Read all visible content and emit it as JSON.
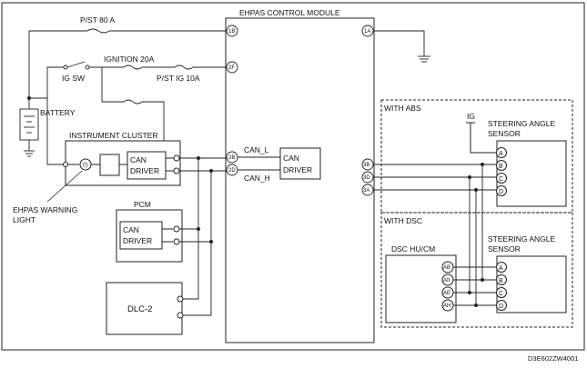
{
  "labels": {
    "module_title": "EHPAS CONTROL MODULE",
    "fuse_pst80": "P/ST 80 A",
    "fuse_ign20": "IGNITION 20A",
    "fuse_pstig10": "P/ST IG 10A",
    "ig_sw": "IG SW",
    "battery": "BATTERY",
    "instrument_cluster": "INSTRUMENT CLUSTER",
    "can": "CAN",
    "driver": "DRIVER",
    "can_l": "CAN_L",
    "can_h": "CAN_H",
    "warning_light_line1": "EHPAS WARNING",
    "warning_light_line2": "LIGHT",
    "pcm": "PCM",
    "dlc2": "DLC-2",
    "with_abs": "WITH ABS",
    "with_dsc": "WITH DSC",
    "ig": "IG",
    "steering_sensor_line1": "STEERING ANGLE",
    "steering_sensor_line2": "SENSOR",
    "dsc_hucm": "DSC HU/CM",
    "figure_code": "D3E602ZW4001"
  },
  "module_pins": {
    "left": [
      "1B",
      "2F",
      "2B",
      "2D"
    ],
    "right": [
      "1A",
      "3B",
      "3D",
      "3A"
    ]
  },
  "sensor_pins": [
    "A",
    "B",
    "C",
    "D"
  ],
  "dsc_pins": [
    "AB",
    "AII",
    "AE",
    "AH"
  ]
}
